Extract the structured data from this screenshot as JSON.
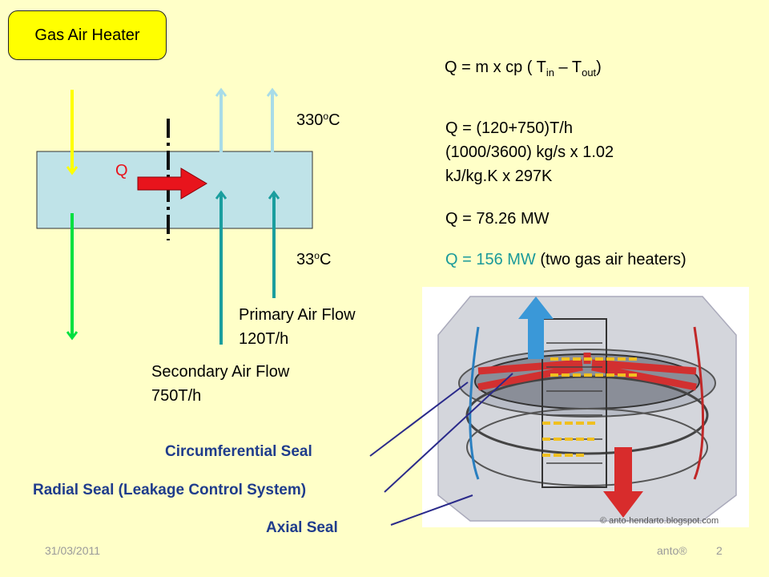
{
  "title": "Gas Air Heater",
  "diagram": {
    "q_label": "Q",
    "temp_top": "330",
    "temp_top_sup": "o",
    "temp_top_unit": "C",
    "temp_bottom": "33",
    "temp_bottom_sup": "o",
    "temp_bottom_unit": "C",
    "primary_line1": "Primary Air Flow",
    "primary_line2": "120T/h",
    "secondary_line1": "Secondary Air Flow",
    "secondary_line2": "750T/h"
  },
  "formula": {
    "lead": "Q = m x cp ( T",
    "sub_in": "in",
    "mid": " – T",
    "sub_out": "out",
    "tail": ")"
  },
  "calc": {
    "line1": "Q =  (120+750)T/h",
    "line2": "(1000/3600) kg/s x 1.02",
    "line3": "kJ/kg.K x 297K",
    "result": "Q =  78.26 MW",
    "total_colored": "Q =  156 MW",
    "total_suffix": " (two gas air heaters)"
  },
  "seals": {
    "circumferential": "Circumferential Seal",
    "radial": "Radial Seal (Leakage Control System)",
    "axial": "Axial Seal"
  },
  "photo_credit": "© anto-hendarto.blogspot.com",
  "footer": {
    "date": "31/03/2011",
    "author": "anto®",
    "page": "2"
  },
  "colors": {
    "background": "#ffffc8",
    "title_box": "#ffff00",
    "heater_box": "#bfe3e8",
    "gas_in_arrow": "#ffff00",
    "gas_out_arrow": "#00e040",
    "air_in_arrow": "#1a9e9e",
    "air_out_arrow": "#a8dce8",
    "q_arrow": "#e8141c",
    "total_highlight": "#1a9a9a",
    "seal_text": "#1f3c8c"
  }
}
